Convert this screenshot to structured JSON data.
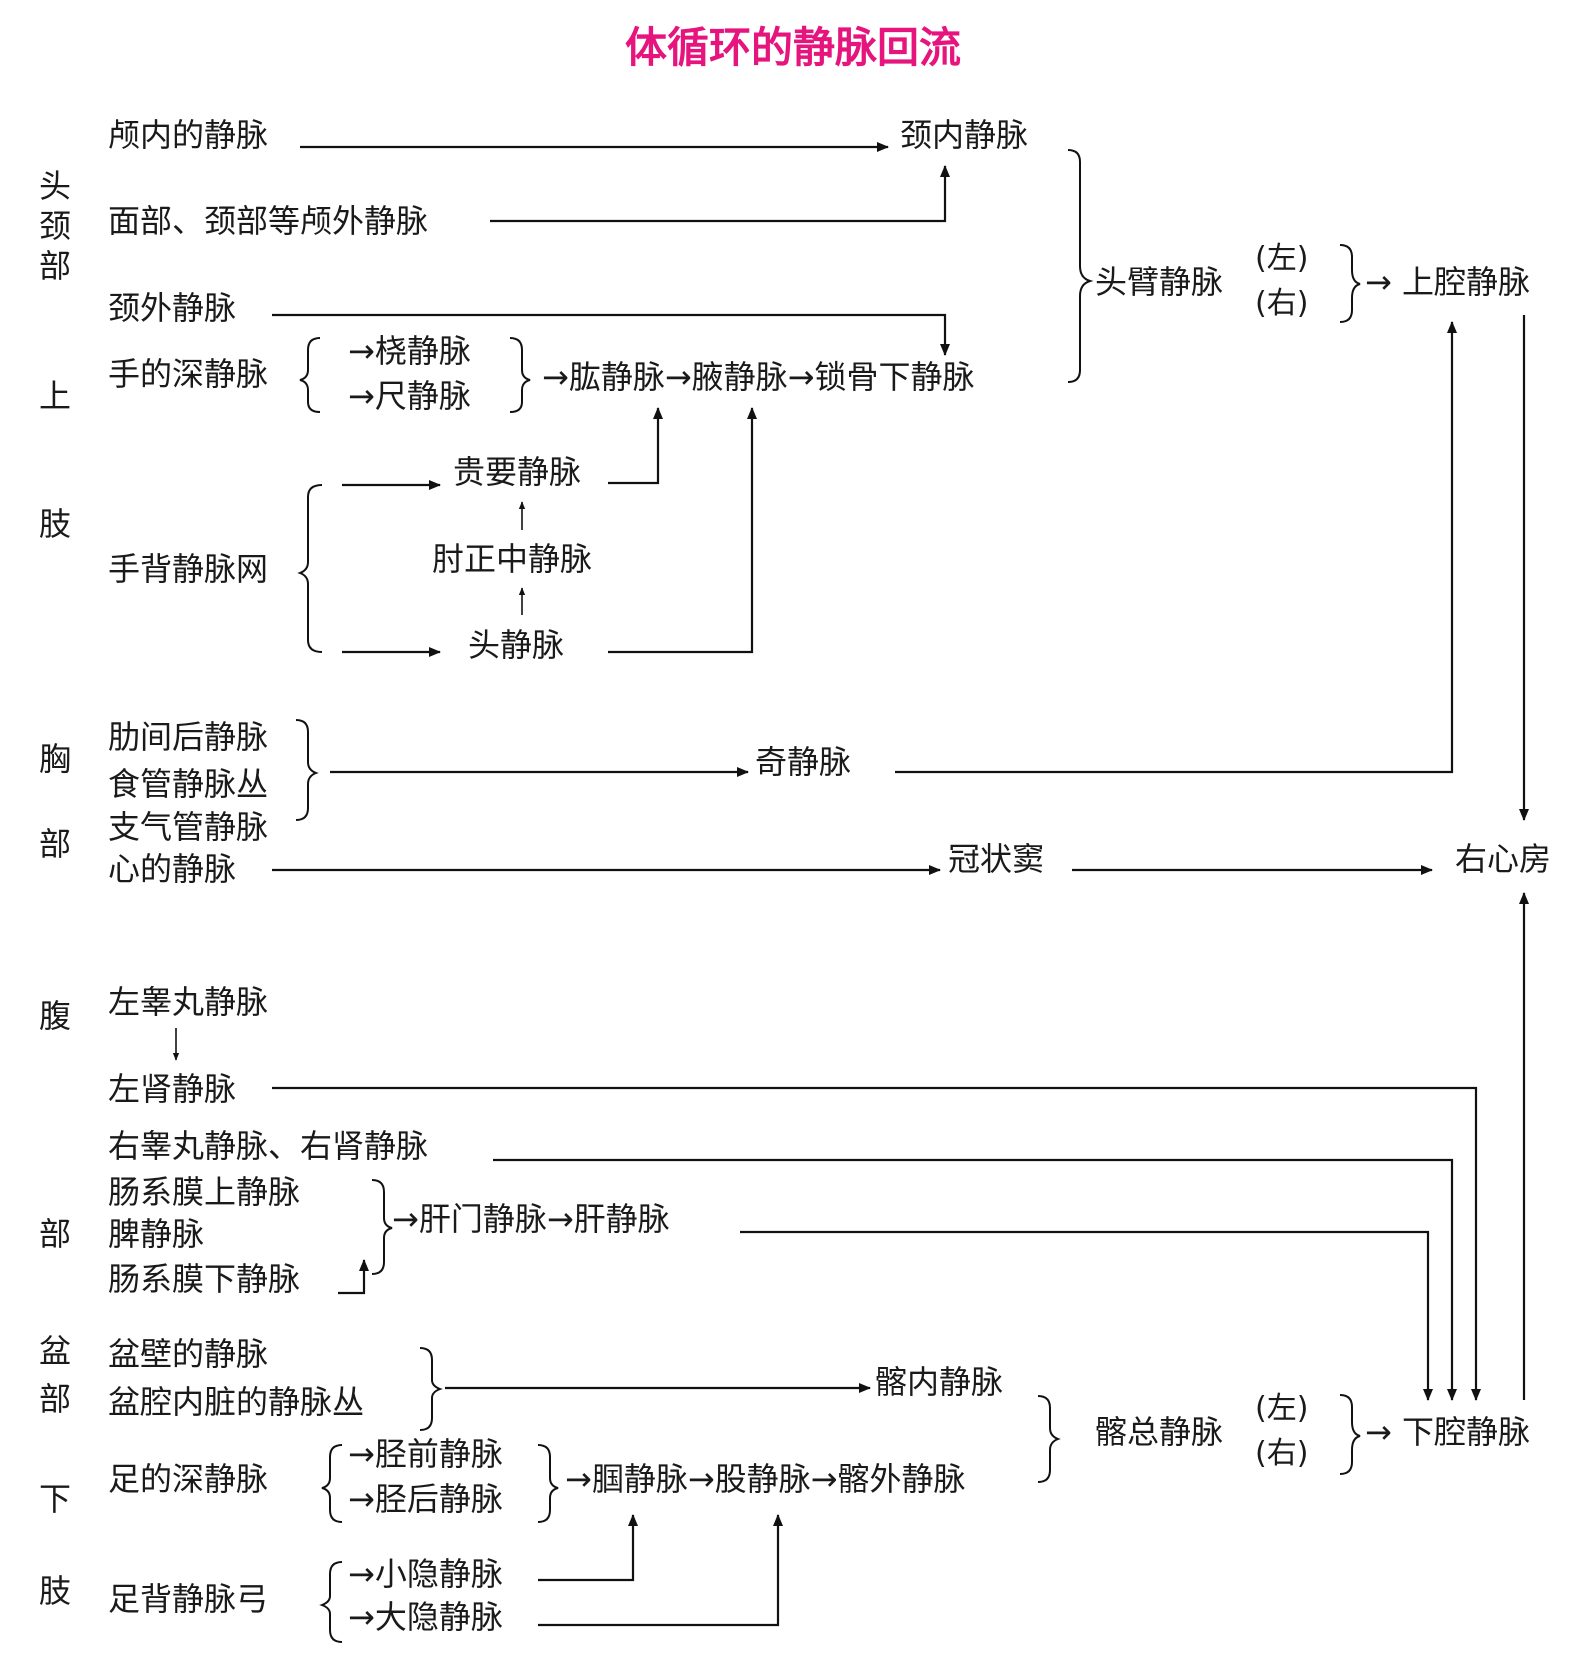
{
  "title": "体循环的静脉回流",
  "colors": {
    "title": "#e6157e",
    "line": "#111111",
    "text": "#1a1a1a"
  },
  "regions": {
    "head_neck": [
      "头",
      "颈",
      "部"
    ],
    "upper_limb": [
      "上",
      "肢"
    ],
    "thorax": [
      "胸",
      "部"
    ],
    "abdomen": [
      "腹",
      "部"
    ],
    "pelvis": [
      "盆",
      "部"
    ],
    "lower_limb": [
      "下",
      "肢"
    ]
  },
  "nodes": {
    "intracranial": "颅内的静脉",
    "facial_neck": "面部、颈部等颅外静脉",
    "ext_jugular": "颈外静脉",
    "int_jugular": "颈内静脉",
    "deep_hand": "手的深静脉",
    "radial": "→桡静脉",
    "ulnar": "→尺静脉",
    "brachial_chain": "→肱静脉→腋静脉→锁骨下静脉",
    "dorsal_hand": "手背静脉网",
    "basilic": "贵要静脉",
    "median_cubital": "肘正中静脉",
    "cephalic": "头静脉",
    "brachiocephalic": "头臂静脉",
    "left": "(左)",
    "right": "(右)",
    "svc": "→ 上腔静脉",
    "post_intercostal": "肋间后静脉",
    "esophageal": "食管静脉丛",
    "bronchial": "支气管静脉",
    "azygos": "奇静脉",
    "cardiac": "心的静脉",
    "coronary_sinus": "冠状窦",
    "right_atrium": "右心房",
    "l_testicular": "左睾丸静脉",
    "l_renal": "左肾静脉",
    "r_testicular_renal": "右睾丸静脉、右肾静脉",
    "sup_mesenteric": "肠系膜上静脉",
    "splenic": "脾静脉",
    "inf_mesenteric": "肠系膜下静脉",
    "portal_hepatic": "→肝门静脉→肝静脉",
    "pelvic_wall": "盆壁的静脉",
    "pelvic_viscera": "盆腔内脏的静脉丛",
    "int_iliac": "髂内静脉",
    "common_iliac": "髂总静脉",
    "ivc": "→ 下腔静脉",
    "deep_foot": "足的深静脉",
    "ant_tibial": "→胫前静脉",
    "post_tibial": "→胫后静脉",
    "popliteal_chain": "→腘静脉→股静脉→髂外静脉",
    "dorsal_foot": "足背静脉弓",
    "small_saphenous": "→小隐静脉",
    "great_saphenous": "→大隐静脉"
  }
}
